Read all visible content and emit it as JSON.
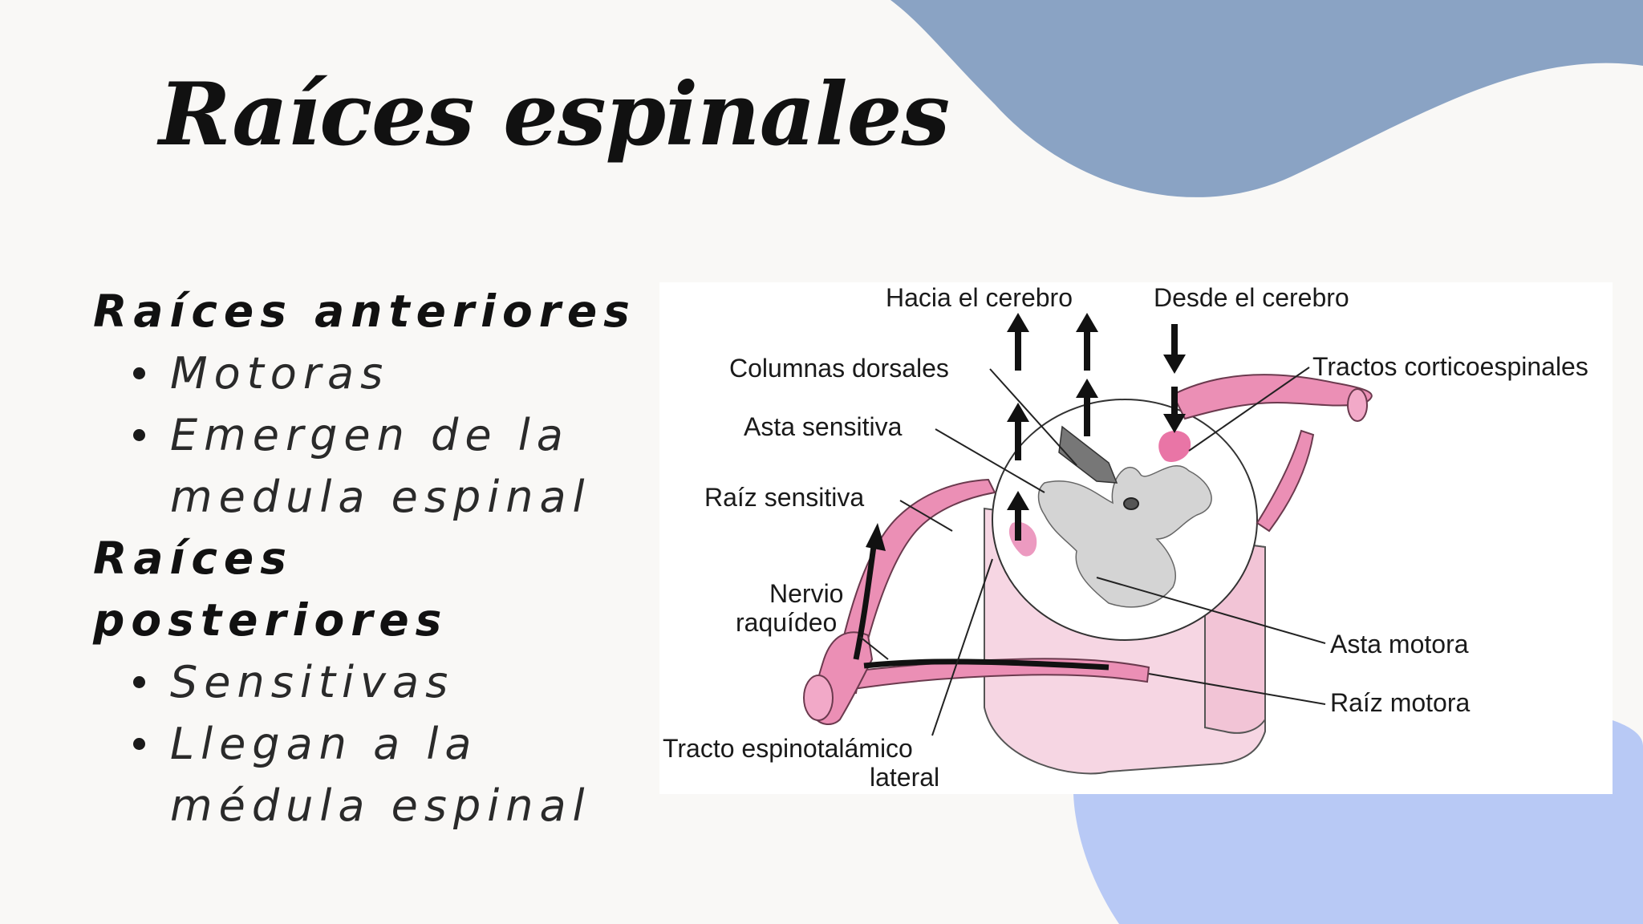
{
  "slide": {
    "title": "Raíces espinales"
  },
  "content": {
    "sections": [
      {
        "heading": "Raíces anteriores",
        "bullets": [
          "Motoras",
          "Emergen de la medula espinal"
        ]
      },
      {
        "heading": "Raíces posteriores",
        "bullets": [
          "Sensitivas",
          "Llegan a la médula espinal"
        ]
      }
    ]
  },
  "diagram": {
    "labels": {
      "to_brain": "Hacia el cerebro",
      "from_brain": "Desde el cerebro",
      "dorsal_columns": "Columnas dorsales",
      "corticospinal_tracts": "Tractos corticoespinales",
      "sensory_horn": "Asta sensitiva",
      "sensory_root": "Raíz sensitiva",
      "spinal_nerve_line1": "Nervio",
      "spinal_nerve_line2": "raquídeo",
      "motor_horn": "Asta motora",
      "motor_root": "Raíz motora",
      "spinothalamic_line1": "Tracto espinotalámico",
      "spinothalamic_line2": "lateral"
    }
  },
  "colors": {
    "background": "#f9f8f6",
    "blob_top": "#8aa3c4",
    "blob_bottom": "#b8c9f5",
    "root_pink": "#eb8fb5",
    "cord_pink": "#f6d6e3",
    "gray_matter": "#d4d4d4"
  }
}
